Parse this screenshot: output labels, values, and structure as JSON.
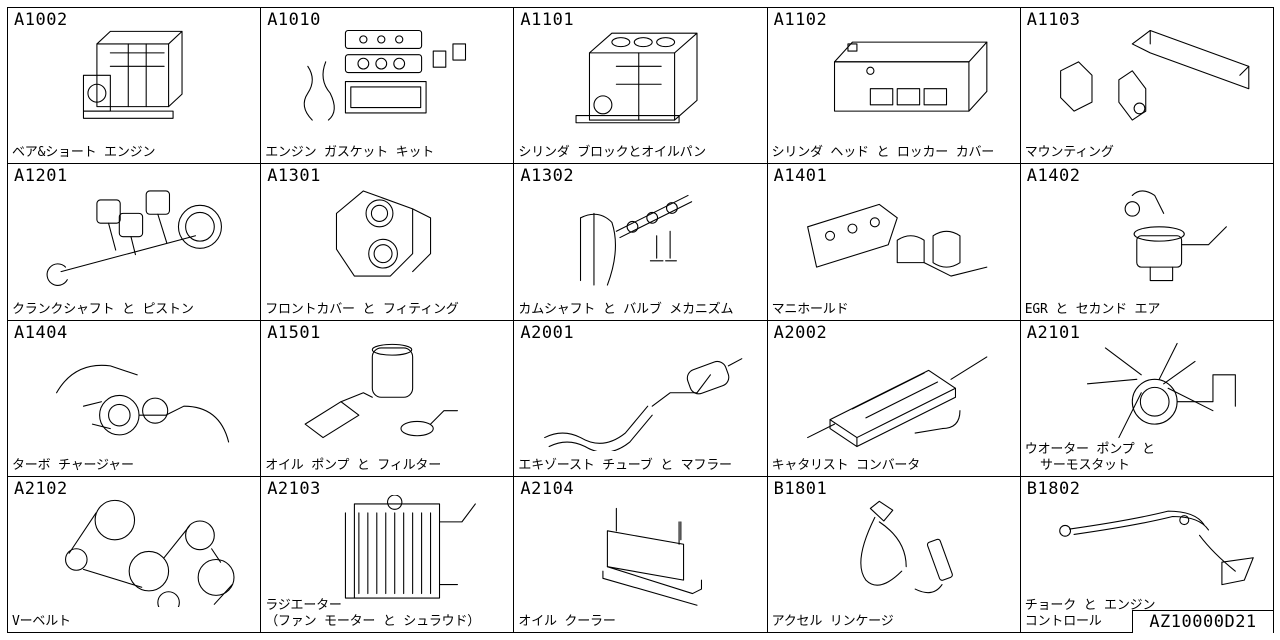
{
  "document_id": "AZ10000D21",
  "cells": [
    {
      "code": "A1002",
      "caption": "ベア&ショート エンジン",
      "icon": "short-engine-block-icon"
    },
    {
      "code": "A1010",
      "caption": "エンジン ガスケット キット",
      "icon": "gasket-kit-icon"
    },
    {
      "code": "A1101",
      "caption": "シリンダ ブロックとオイルパン",
      "icon": "cylinder-block-icon"
    },
    {
      "code": "A1102",
      "caption": "シリンダ ヘッド と ロッカー カバー",
      "icon": "cylinder-head-icon"
    },
    {
      "code": "A1103",
      "caption": "マウンティング",
      "icon": "engine-mount-icon"
    },
    {
      "code": "A1201",
      "caption": "クランクシャフト と ピストン",
      "icon": "crankshaft-piston-icon"
    },
    {
      "code": "A1301",
      "caption": "フロントカバー と フィティング",
      "icon": "front-cover-icon"
    },
    {
      "code": "A1302",
      "caption": "カムシャフト と バルブ メカニズム",
      "icon": "camshaft-valve-icon"
    },
    {
      "code": "A1401",
      "caption": "マニホールド",
      "icon": "manifold-icon"
    },
    {
      "code": "A1402",
      "caption": "EGR と セカンド エア",
      "icon": "egr-valve-icon"
    },
    {
      "code": "A1404",
      "caption": "ターボ チャージャー",
      "icon": "turbocharger-icon"
    },
    {
      "code": "A1501",
      "caption": "オイル ポンプ と フィルター",
      "icon": "oil-pump-filter-icon"
    },
    {
      "code": "A2001",
      "caption": "エキゾースト チューブ と マフラー",
      "icon": "exhaust-muffler-icon"
    },
    {
      "code": "A2002",
      "caption": "キャタリスト コンバータ",
      "icon": "catalytic-converter-icon"
    },
    {
      "code": "A2101",
      "caption": "ウオーター ポンプ と\n  サーモスタット",
      "icon": "water-pump-icon"
    },
    {
      "code": "A2102",
      "caption": "Vーベルト",
      "icon": "v-belt-icon"
    },
    {
      "code": "A2103",
      "caption": "ラジエーター\n（ファン モーター と シュラウド）",
      "icon": "radiator-icon"
    },
    {
      "code": "A2104",
      "caption": "オイル クーラー",
      "icon": "oil-cooler-icon"
    },
    {
      "code": "B1801",
      "caption": "アクセル リンケージ",
      "icon": "accelerator-linkage-icon"
    },
    {
      "code": "B1802",
      "caption": "チョーク と エンジン\nコントロール",
      "icon": "choke-cable-icon"
    }
  ]
}
